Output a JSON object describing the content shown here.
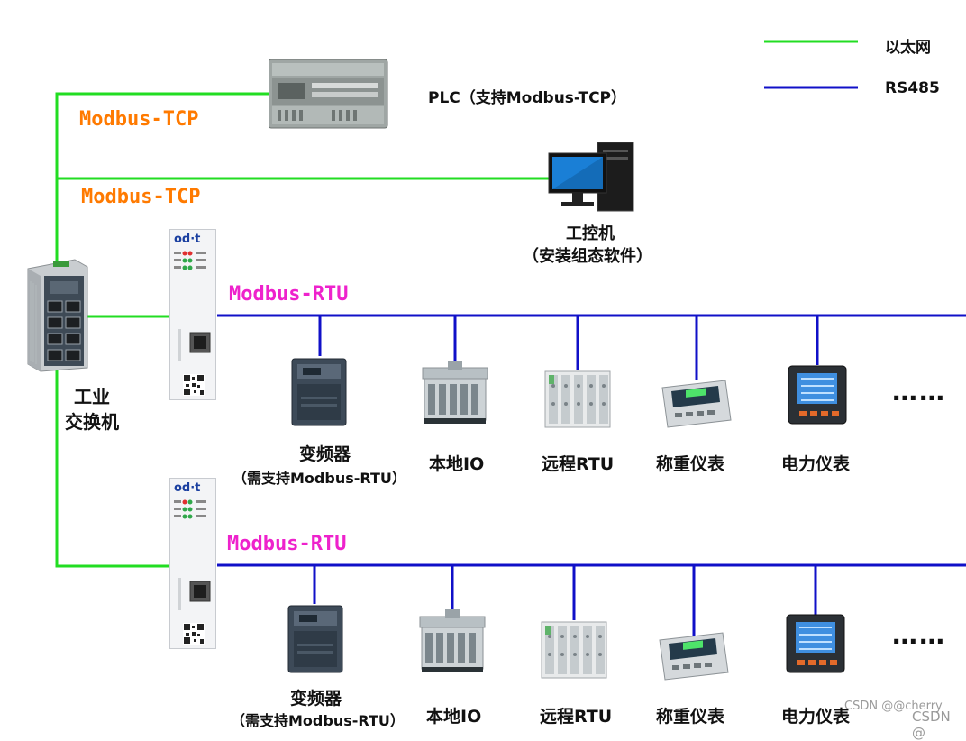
{
  "legend": {
    "items": [
      {
        "label": "以太网",
        "color": "#22dd22"
      },
      {
        "label": "RS485",
        "color": "#1010c8"
      }
    ]
  },
  "colors": {
    "ethernet": "#22dd22",
    "rs485": "#1010c8",
    "tcp_label": "#ff7a00",
    "rtu_label": "#ee22cc"
  },
  "plc": {
    "label": "PLC（支持Modbus-TCP）"
  },
  "ipc": {
    "label_line1": "工控机",
    "label_line2": "（安装组态软件）"
  },
  "switch": {
    "label_line1": "工业",
    "label_line2": "交换机"
  },
  "protocols": {
    "tcp_top": "Modbus-TCP",
    "tcp_mid": "Modbus-TCP",
    "rtu_top": "Modbus-RTU",
    "rtu_bottom": "Modbus-RTU"
  },
  "gateway": {
    "brand": "od·t"
  },
  "bus_rows": [
    {
      "devices": [
        {
          "name": "变频器",
          "sub": "（需支持Modbus-RTU）",
          "icon": "inverter-icon"
        },
        {
          "name": "本地IO",
          "icon": "local-io-icon"
        },
        {
          "name": "远程RTU",
          "icon": "remote-rtu-icon"
        },
        {
          "name": "称重仪表",
          "icon": "weighing-meter-icon"
        },
        {
          "name": "电力仪表",
          "icon": "power-meter-icon"
        }
      ],
      "more": "……"
    },
    {
      "devices": [
        {
          "name": "变频器",
          "sub": "（需支持Modbus-RTU）",
          "icon": "inverter-icon"
        },
        {
          "name": "本地IO",
          "icon": "local-io-icon"
        },
        {
          "name": "远程RTU",
          "icon": "remote-rtu-icon"
        },
        {
          "name": "称重仪表",
          "icon": "weighing-meter-icon"
        },
        {
          "name": "电力仪表",
          "icon": "power-meter-icon"
        }
      ],
      "more": "……"
    }
  ],
  "watermark": {
    "text1": "CSDN @@cherry",
    "text2": "CSDN @"
  }
}
